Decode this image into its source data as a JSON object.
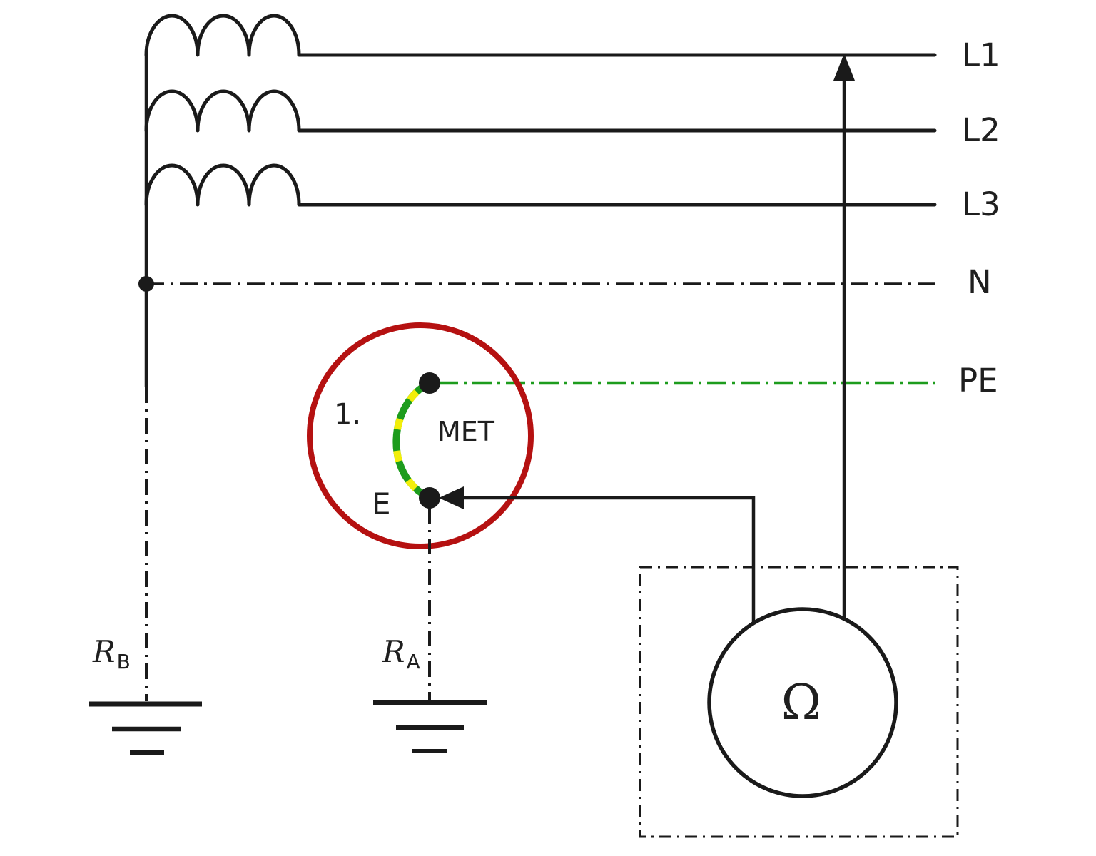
{
  "colors": {
    "wire_black": "#1a1a1a",
    "met_circle_red": "#b51111",
    "pe_green": "#1d9c1d",
    "earth_yellow": "#f2ee0a",
    "text": "#1f1f1f",
    "background": "#ffffff"
  },
  "phase_lines": [
    {
      "label": "L1"
    },
    {
      "label": "L2"
    },
    {
      "label": "L3"
    }
  ],
  "neutral": {
    "label": "N"
  },
  "protective_earth": {
    "label": "PE"
  },
  "met_terminal": {
    "step_label": "1.",
    "name_label": "MET",
    "electrode_label": "E"
  },
  "earth_resistances": [
    {
      "symbol": "R",
      "subscript": "B"
    },
    {
      "symbol": "R",
      "subscript": "A"
    }
  ],
  "meter": {
    "symbol": "Ω"
  }
}
